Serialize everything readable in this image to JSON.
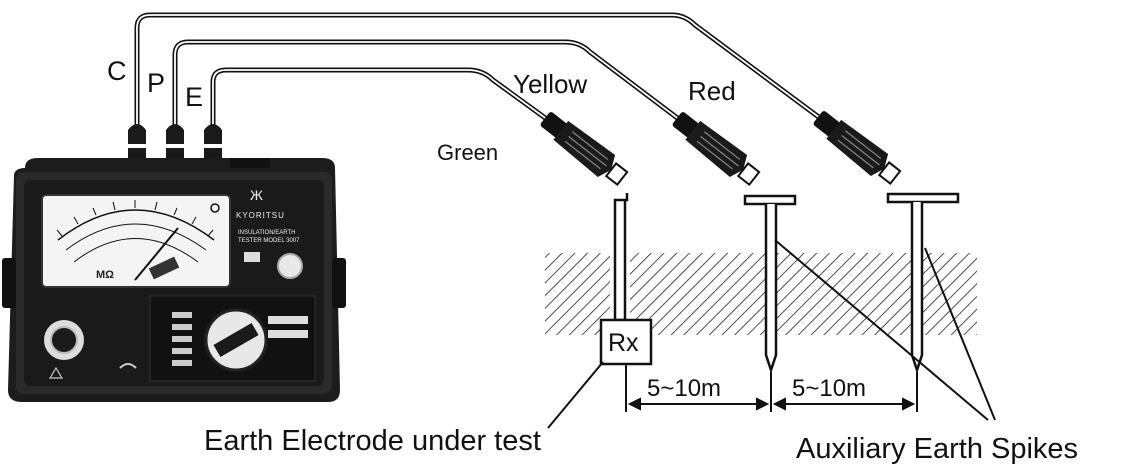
{
  "diagram": {
    "terminals": [
      "C",
      "P",
      "E"
    ],
    "lead_colors": {
      "green": "Green",
      "yellow": "Yellow",
      "red": "Red"
    },
    "electrode": "Rx",
    "distances": [
      "5~10m",
      "5~10m"
    ],
    "captions": {
      "electrode": "Earth Electrode under test",
      "spikes": "Auxiliary Earth Spikes"
    },
    "instrument": {
      "brand": "KYORITSU",
      "model_line1": "INSULATION/EARTH",
      "model_line2": "TESTER MODEL 3007",
      "scale_unit": "MΩ"
    }
  }
}
